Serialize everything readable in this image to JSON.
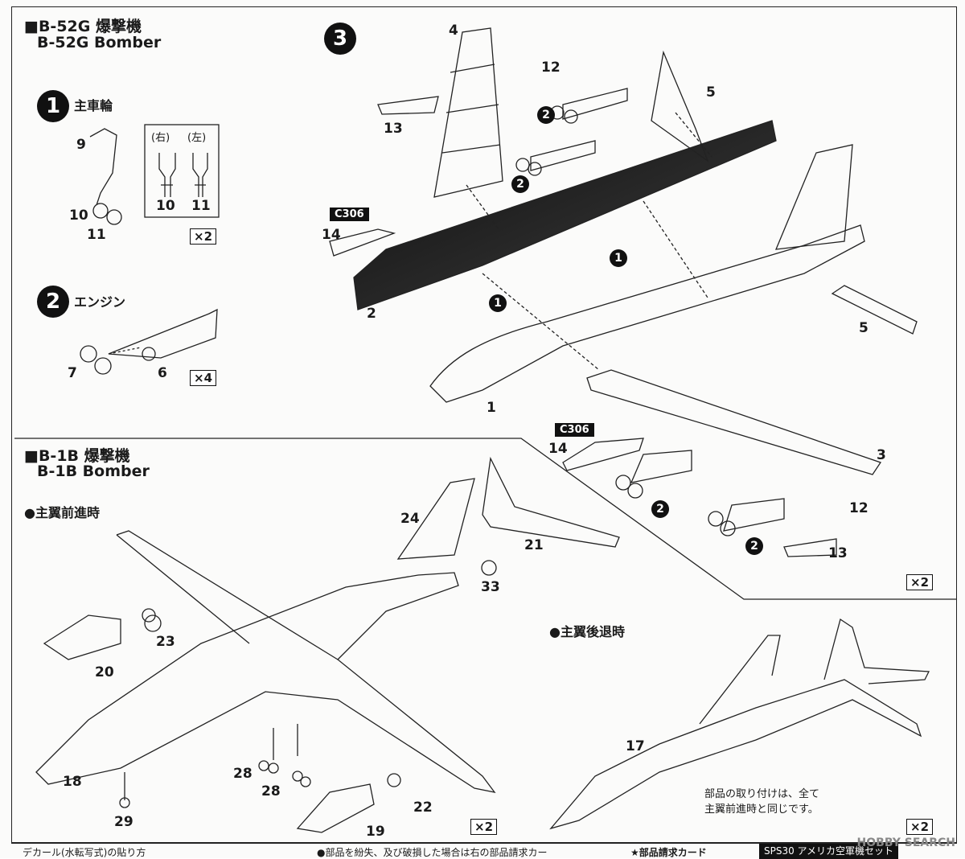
{
  "b52": {
    "title_jp": "■B-52G 爆撃機",
    "title_en": "B-52G Bomber",
    "step1": {
      "num": "1",
      "label": "主車輪",
      "right": "(右)",
      "left": "(左)",
      "parts": [
        "9",
        "10",
        "11",
        "10",
        "11"
      ],
      "mult": "×2"
    },
    "step2": {
      "num": "2",
      "label": "エンジン",
      "parts": [
        "7",
        "6"
      ],
      "mult": "×4"
    },
    "step3": {
      "num": "3",
      "parts": [
        "4",
        "12",
        "13",
        "5",
        "C306",
        "14",
        "2",
        "1",
        "5",
        "C306",
        "14",
        "3",
        "12",
        "13"
      ],
      "mult": "×2",
      "callouts": [
        "2",
        "2",
        "1",
        "1",
        "2",
        "2"
      ]
    }
  },
  "b1": {
    "title_jp": "■B-1B 爆撃機",
    "title_en": "B-1B Bomber",
    "forward": {
      "label": "●主翼前進時",
      "parts": [
        "24",
        "21",
        "33",
        "23",
        "20",
        "18",
        "29",
        "28",
        "28",
        "22",
        "19"
      ],
      "mult": "×2"
    },
    "swept": {
      "label": "●主翼後退時",
      "parts": [
        "17"
      ],
      "note_line1": "部品の取り付けは、全て",
      "note_line2": "主翼前進時と同じです。",
      "mult": "×2"
    }
  },
  "footer": {
    "cell1": "デカール(水転写式)の貼り方",
    "cell2": "●部品を紛失、及び破損した場合は右の部品請求カー",
    "cell3": "★部品請求カード",
    "cell4": "SPS30 アメリカ空軍機セット"
  },
  "watermark": "HOBBY SEARCH"
}
